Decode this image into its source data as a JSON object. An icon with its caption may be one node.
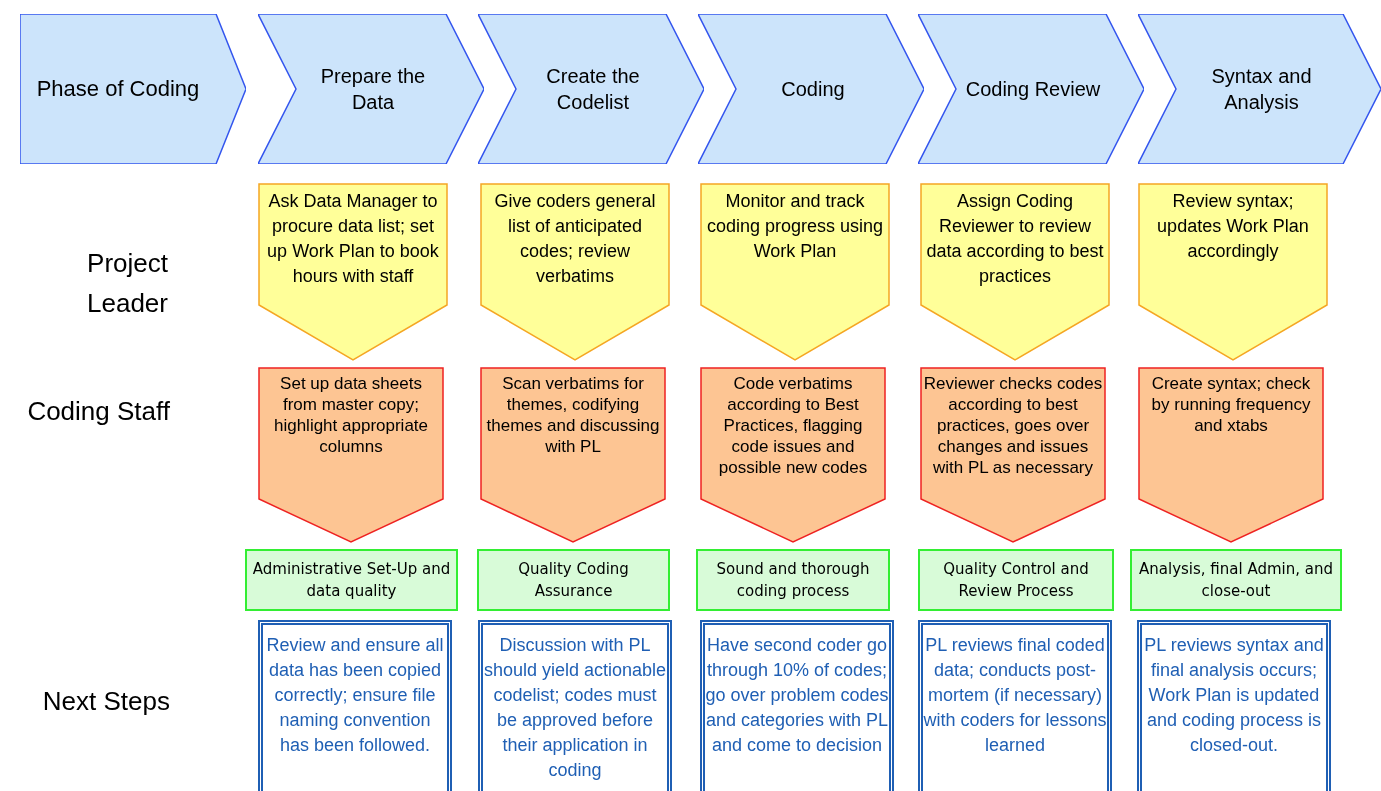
{
  "diagram": {
    "nodes": [
      {
        "text": [
          "Phase of Coding"
        ]
      },
      {
        "text": [
          "Prepare the Data"
        ]
      },
      {
        "text": [
          "Create the Codelist"
        ]
      },
      {
        "text": [
          "Coding"
        ]
      },
      {
        "text": [
          "Coding Review"
        ]
      },
      {
        "text": [
          "Syntax and Analysis"
        ]
      },
      {
        "text": [
          "Ask Data Manager to procure data list; set up Work Plan to book hours with staff"
        ]
      },
      {
        "text": [
          "Give coders general list of anticipated codes; review verbatims"
        ]
      },
      {
        "text": [
          "Monitor and track coding progress using Work Plan"
        ]
      },
      {
        "text": [
          "Assign Coding Reviewer to review data according to best practices"
        ]
      },
      {
        "text": [
          "Review syntax; updates Work Plan accordingly"
        ]
      },
      {
        "text": [
          "Set up data sheets from master copy; highlight appropriate columns"
        ]
      },
      {
        "text": [
          "Scan verbatims for themes, codifying themes and discussing with PL"
        ]
      },
      {
        "text": [
          "Code verbatims according to Best Practices, flagging code issues and possible new codes"
        ]
      },
      {
        "text": [
          "Reviewer checks codes according to best practices, goes over changes and issues with PL as necessary"
        ]
      },
      {
        "text": [
          "Create syntax; check by running frequency and xtabs"
        ]
      },
      {
        "text": [
          "Administrative Set-Up and data quality"
        ]
      },
      {
        "text": [
          "Quality Coding Assurance"
        ]
      },
      {
        "text": [
          "Sound and thorough coding process"
        ]
      },
      {
        "text": [
          "Quality Control and Review Process"
        ]
      },
      {
        "text": [
          "Analysis, final Admin, and close-out"
        ]
      },
      {
        "text": [
          "Review and ensure all data has been copied correctly; ensure file naming convention has been followed."
        ]
      },
      {
        "text": [
          "Discussion with PL should yield actionable codelist; codes must be approved before their application in coding"
        ]
      },
      {
        "text": [
          "Have second coder go through 10% of codes; go over problem codes and categories with PL and come to decision"
        ]
      },
      {
        "text": [
          "PL reviews final coded data; conducts post-mortem (if necessary) with coders for lessons learned"
        ]
      },
      {
        "text": [
          "PL reviews syntax and final analysis occurs; Work Plan is updated and coding process is closed-out."
        ]
      }
    ],
    "labels": [
      "Project Leader",
      "Coding Staff",
      "Next Steps"
    ]
  }
}
